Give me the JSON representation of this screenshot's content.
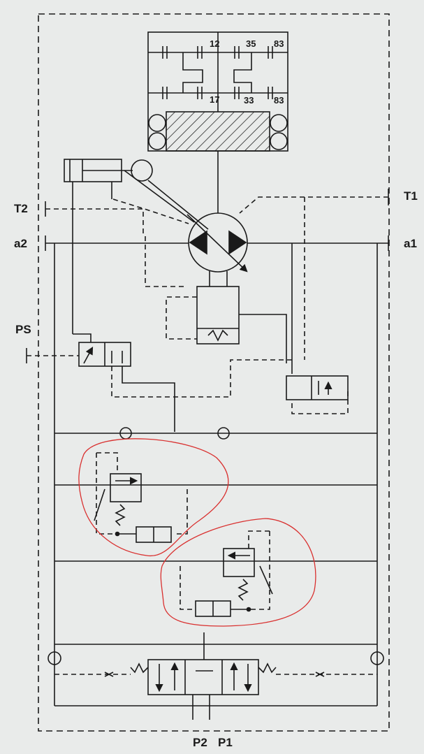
{
  "ports": {
    "t1": "T1",
    "t2": "T2",
    "a1": "a1",
    "a2": "a2",
    "ps": "PS",
    "p2": "P2",
    "p1": "P1"
  },
  "gear_numbers": {
    "top": [
      "12",
      "35",
      "83"
    ],
    "bottom": [
      "17",
      "33",
      "83"
    ]
  },
  "colors": {
    "paper": "#e9ebea",
    "ink": "#1a1a1a",
    "highlight": "#d9302f"
  }
}
